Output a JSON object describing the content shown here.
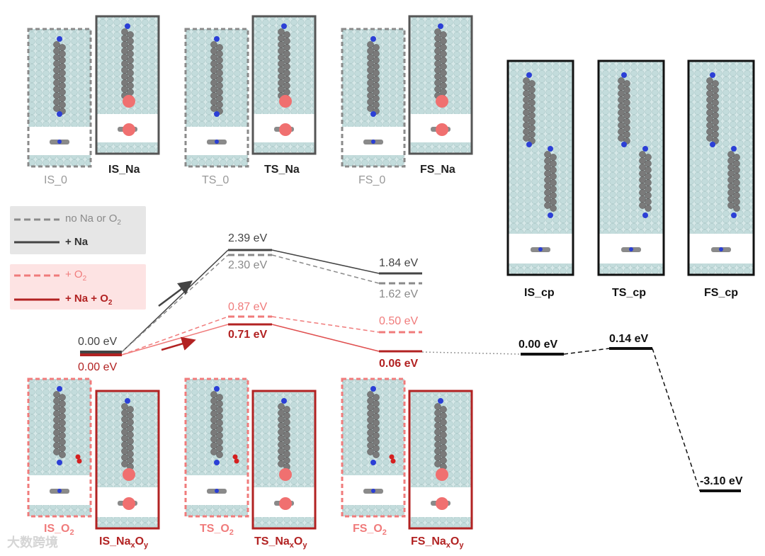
{
  "structure_labels": {
    "IS_0": "IS_0",
    "IS_Na": "IS_Na",
    "TS_0": "TS_0",
    "TS_Na": "TS_Na",
    "FS_0": "FS_0",
    "FS_Na": "FS_Na",
    "IS_cp": "IS_cp",
    "TS_cp": "TS_cp",
    "FS_cp": "FS_cp",
    "IS_O2": "IS_O",
    "TS_O2": "TS_O",
    "FS_O2": "FS_O",
    "O2_sub": "2",
    "IS_NaxOy": "IS_Na",
    "TS_NaxOy": "TS_Na",
    "FS_NaxOy": "FS_Na",
    "x_sub": "x",
    "O_mid": "O",
    "y_sub": "y"
  },
  "legend": {
    "no_na_or_o2": "no Na or O",
    "no_na_or_o2_sub": "2",
    "plus_na": "+ Na",
    "plus_o2": "+ O",
    "plus_o2_sub": "2",
    "plus_na_plus_o2": "+ Na + O",
    "plus_na_plus_o2_sub": "2"
  },
  "energies": {
    "IS_top": "0.00 eV",
    "IS_bottom": "0.00 eV",
    "TS_Na": "2.39 eV",
    "TS_0": "2.30 eV",
    "FS_Na": "1.84 eV",
    "FS_0": "1.62 eV",
    "TS_O2": "0.87 eV",
    "TS_NaO2": "0.71 eV",
    "FS_O2": "0.50 eV",
    "FS_NaO2": "0.06 eV",
    "IS_cp": "0.00 eV",
    "TS_cp": "0.14 eV",
    "FS_cp": "-3.10 eV"
  },
  "colors": {
    "gray": "#8a8a8a",
    "dark_gray": "#444444",
    "light_red": "#f07b7b",
    "dark_red": "#b22222",
    "black": "#111111",
    "legend_gray_bg": "#e6e6e6",
    "legend_red_bg": "#fde3e3",
    "surface": "#cfe3e3",
    "carbon": "#7a7a7a",
    "nitrogen": "#2b3fd6",
    "sodium": "#f07070",
    "oxygen": "#d42020"
  },
  "watermark": "大数跨境"
}
